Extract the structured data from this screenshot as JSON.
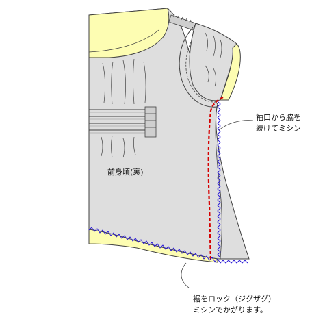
{
  "labels": {
    "front_body": "前身頃(裏)",
    "sleeve_note_line1": "袖口から脇を",
    "sleeve_note_line2": "続けてミシン",
    "hem_note_line1": "裾をロック（ジグザグ）",
    "hem_note_line2": "ミシンでかがります。"
  },
  "colors": {
    "body_fill": "#dedede",
    "trim_fill": "#fdfdb2",
    "outline": "#404040",
    "zigzag": "#2b1bd6",
    "stitch": "#d60000"
  }
}
